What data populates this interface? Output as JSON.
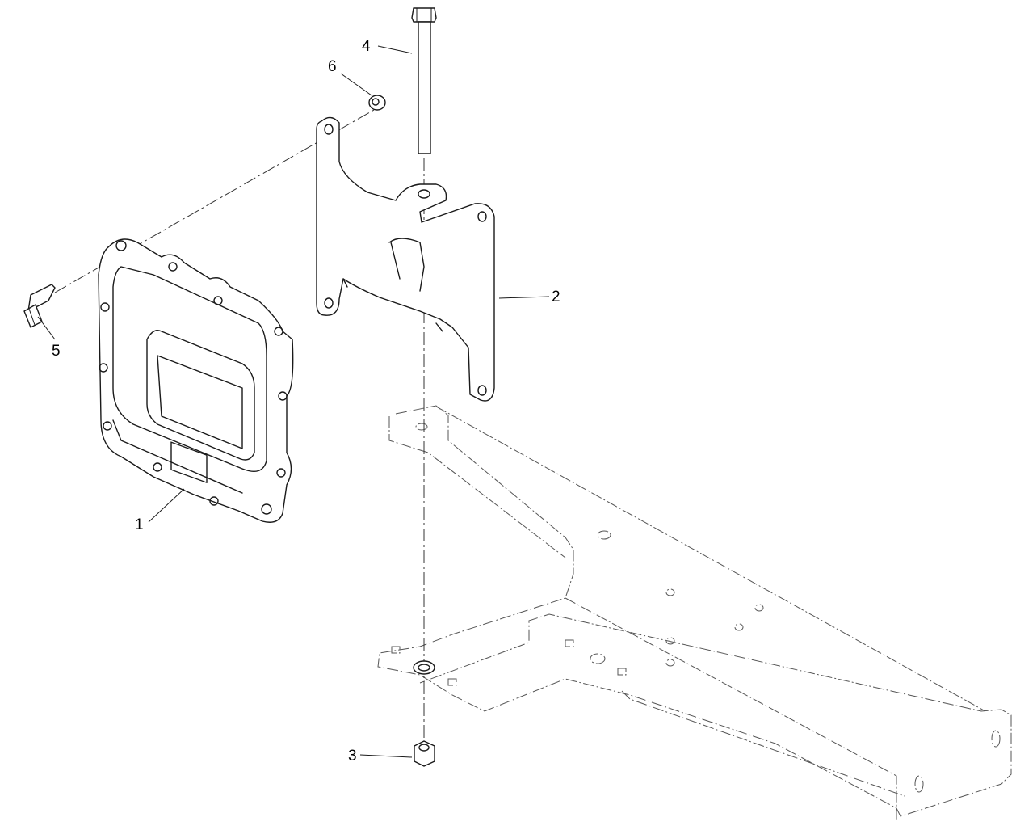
{
  "diagram": {
    "callouts": [
      {
        "id": "1",
        "text": "1"
      },
      {
        "id": "2",
        "text": "2"
      },
      {
        "id": "3",
        "text": "3"
      },
      {
        "id": "4",
        "text": "4"
      },
      {
        "id": "5",
        "text": "5"
      },
      {
        "id": "6",
        "text": "6"
      }
    ],
    "colors": {
      "line": "#1a1a1a",
      "phantom": "#555555",
      "background": "#ffffff"
    }
  }
}
